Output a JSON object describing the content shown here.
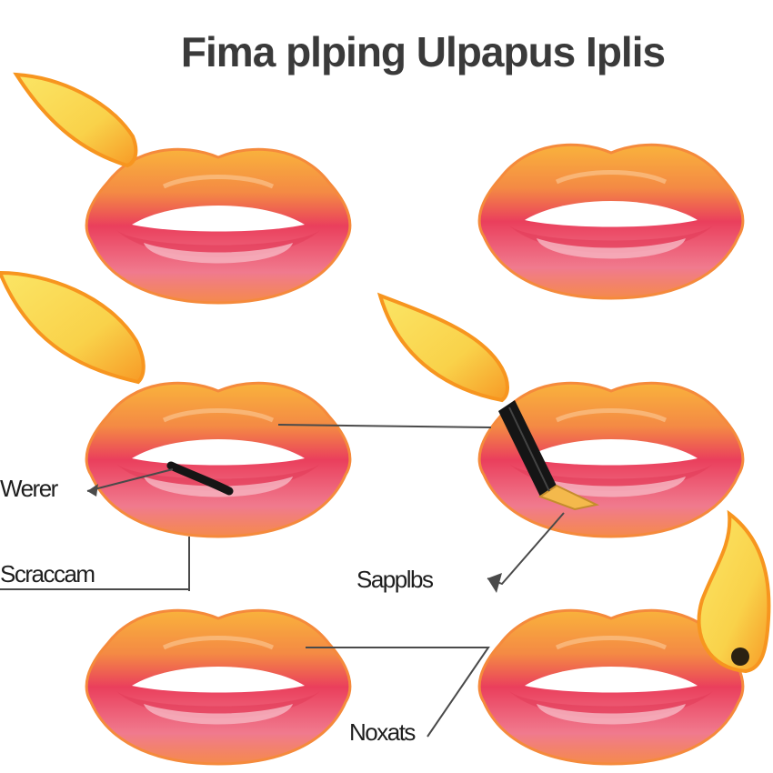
{
  "title": "Fima plping Ulpapus Iplis",
  "labels": [
    {
      "text": "Werer"
    },
    {
      "text": "Scraccam"
    },
    {
      "text": "Sapplbs"
    },
    {
      "text": "Noxats"
    }
  ],
  "colors": {
    "lip_red": "#ea3f5c",
    "lip_orange": "#f7a235",
    "teeth": "#ffffff",
    "flame_yellow": "#fbe565",
    "flame_orange": "#f79a26",
    "leader_line": "#4a4a4a"
  }
}
